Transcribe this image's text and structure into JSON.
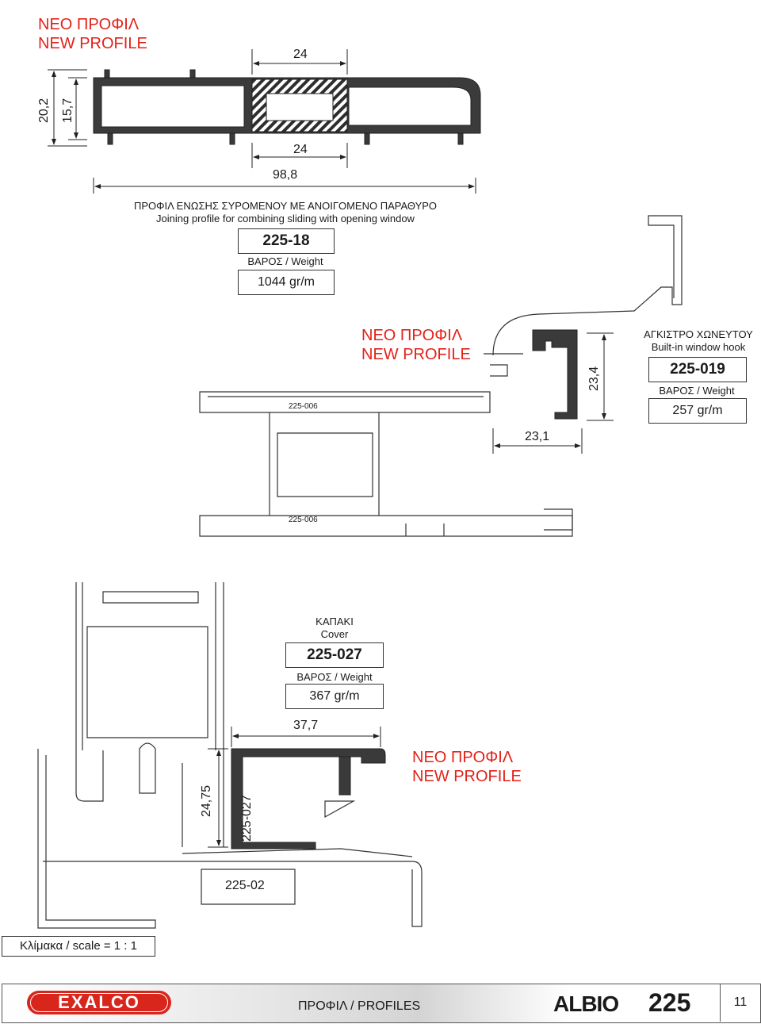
{
  "section1": {
    "new_profile_gr": "ΝΕΟ ΠΡΟΦΙΛ",
    "new_profile_en": "NEW PROFILE",
    "dim_top": "24",
    "dim_bottom": "24",
    "dim_total": "98,8",
    "dim_height_outer": "20,2",
    "dim_height_inner": "15,7",
    "title_gr": "ΠΡΟΦΙΛ ΕΝΩΣΗΣ ΣΥΡΟΜΕΝΟΥ ΜΕ ΑΝΟΙΓΟΜΕΝΟ ΠΑΡΑΘΥΡΟ",
    "title_en": "Joining profile for combining sliding with opening window",
    "code": "225-18",
    "weight_label": "ΒΑΡΟΣ / Weight",
    "weight_value": "1044  gr/m"
  },
  "section2": {
    "new_profile_gr": "ΝΕΟ ΠΡΟΦΙΛ",
    "new_profile_en": "NEW PROFILE",
    "title_gr": "ΑΓΚΙΣΤΡΟ ΧΩΝΕΥΤΟΥ",
    "title_en": "Built-in window hook",
    "code": "225-019",
    "weight_label": "ΒΑΡΟΣ / Weight",
    "weight_value": "257  gr/m",
    "dim_height": "23,4",
    "dim_width": "23,1",
    "label_top": "225-006",
    "label_bottom": "225-006"
  },
  "section3": {
    "title_gr": "ΚΑΠΑΚΙ",
    "title_en": "Cover",
    "code": "225-027",
    "weight_label": "ΒΑΡΟΣ / Weight",
    "weight_value": "367  gr/m",
    "dim_width": "37,7",
    "dim_height": "24,75",
    "label_vertical": "225-027",
    "label_bottom": "225-02",
    "new_profile_gr": "ΝΕΟ ΠΡΟΦΙΛ",
    "new_profile_en": "NEW PROFILE"
  },
  "scale_label": "Κλίμακα / scale  = 1 : 1",
  "footer": {
    "brand": "EXALCO",
    "section": "ΠΡΟΦΙΛ / PROFILES",
    "series_name": "ALBIO",
    "series_number": "225",
    "page_number": "11"
  },
  "colors": {
    "accent_red": "#e32219",
    "profile_fill": "#3a3a3a"
  }
}
